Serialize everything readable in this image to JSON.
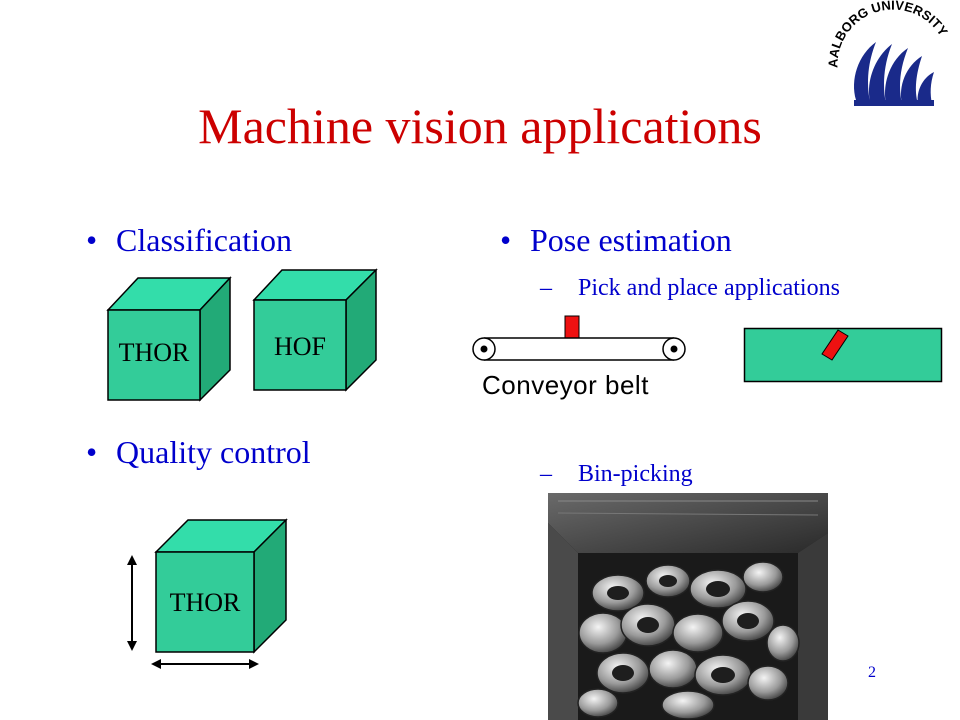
{
  "slide": {
    "title": "Machine vision applications",
    "page_number": "2",
    "colors": {
      "title": "#cc0000",
      "text": "#0000cc",
      "box_face": "#33cc99",
      "box_top": "#33ddaa",
      "box_side": "#22aa77",
      "part": "#ee1111"
    }
  },
  "logo": {
    "text": "AALBORG UNIVERSITY",
    "icon": "aalborg-university-logo-icon"
  },
  "left": {
    "bullets": [
      {
        "text": "Classification",
        "boxes": [
          "THOR",
          "HOF"
        ]
      },
      {
        "text": "Quality control",
        "box": "THOR"
      }
    ]
  },
  "right": {
    "bullet": "Pose estimation",
    "subs": [
      {
        "text": "Pick and place applications"
      },
      {
        "text": "Bin-picking"
      }
    ],
    "belt_label": "Conveyor belt"
  }
}
